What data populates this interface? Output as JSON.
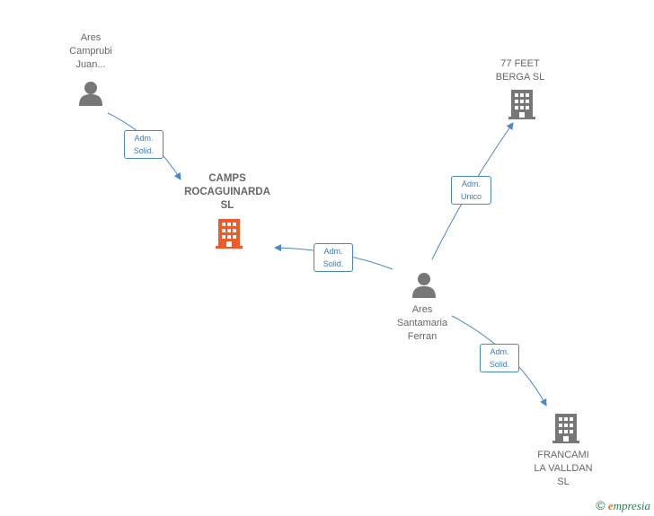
{
  "nodes": {
    "ares_camprubi": {
      "lines": [
        "Ares",
        "Camprubi",
        "Juan..."
      ],
      "type": "person"
    },
    "camps": {
      "lines": [
        "CAMPS",
        "ROCAGUINARDA",
        "SL"
      ],
      "type": "company-main"
    },
    "feet": {
      "lines": [
        "77 FEET",
        "BERGA  SL"
      ],
      "type": "company"
    },
    "ares_santamaria": {
      "lines": [
        "Ares",
        "Santamaria",
        "Ferran"
      ],
      "type": "person"
    },
    "francami": {
      "lines": [
        "FRANCAMI",
        "LA VALLDAN",
        "SL"
      ],
      "type": "company"
    }
  },
  "edges": [
    {
      "id": "e1",
      "lines": [
        "Adm.",
        "Solid."
      ]
    },
    {
      "id": "e2",
      "lines": [
        "Adm.",
        "Solid."
      ]
    },
    {
      "id": "e3",
      "lines": [
        "Adm.",
        "Unico"
      ]
    },
    {
      "id": "e4",
      "lines": [
        "Adm.",
        "Solid."
      ]
    }
  ],
  "colors": {
    "edge": "#4a86c8",
    "person": "#777777",
    "company": "#777777",
    "main_company": "#f05a28"
  },
  "footer": {
    "copyright": "©",
    "brand_first": "e",
    "brand_rest": "mpresia"
  }
}
